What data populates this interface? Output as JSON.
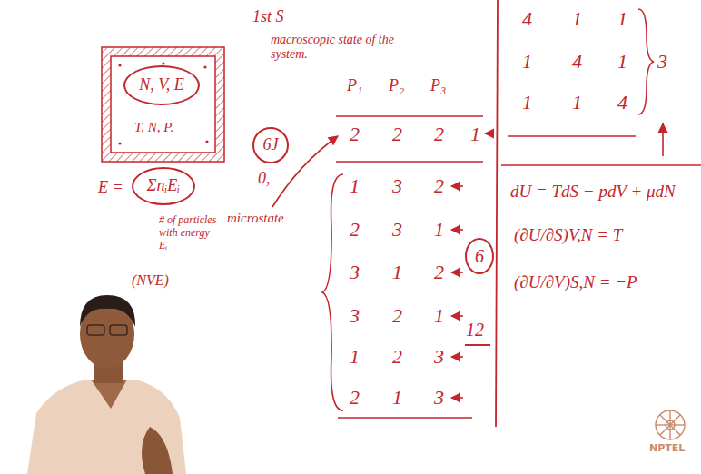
{
  "diagram": {
    "nodes": [
      {
        "text": [
          "T, N, P."
        ]
      },
      {
        "text": [
          "N, V, E"
        ],
        "in": 0
      },
      {
        "text": [
          "6J"
        ]
      },
      {
        "text": [
          "6"
        ]
      },
      {
        "text": [
          "ΣnᵢEᵢ"
        ]
      }
    ],
    "labels": [
      "1st S",
      "macroscopic state of the system.",
      "0,",
      "microstate",
      "P₁",
      "P₂",
      "P₃",
      "2",
      "2",
      "2",
      "1",
      "1",
      "3",
      "2",
      "2",
      "3",
      "1",
      "3",
      "1",
      "2",
      "3",
      "2",
      "1",
      "1",
      "2",
      "3",
      "2",
      "1",
      "3",
      "12",
      "4",
      "1",
      "1",
      "1",
      "4",
      "1",
      "1",
      "1",
      "4",
      "3",
      "dU = TdS − pdV + μdN",
      "(∂U/∂S)V,N = T",
      "(∂U/∂V)S,N = −P",
      "E =",
      "# of particles with energy Eᵢ",
      "(NVE)",
      "NPTEL"
    ]
  }
}
